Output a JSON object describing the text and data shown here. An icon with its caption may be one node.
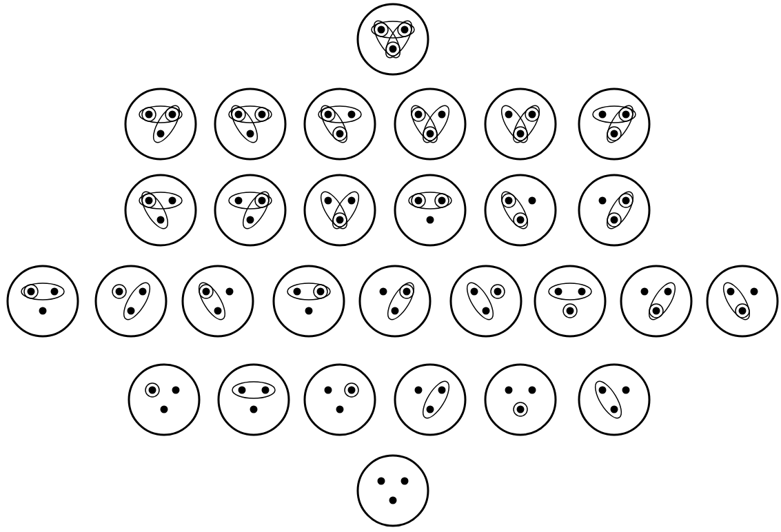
{
  "diagram": {
    "nodes": [
      {
        "text": [],
        "shape": "circle"
      },
      {
        "text": [],
        "shape": "circle"
      },
      {
        "text": [],
        "shape": "circle"
      },
      {
        "text": [],
        "shape": "circle"
      },
      {
        "text": [],
        "shape": "circle"
      },
      {
        "text": [],
        "shape": "circle"
      },
      {
        "text": [],
        "shape": "circle"
      },
      {
        "text": [],
        "shape": "circle"
      },
      {
        "text": [],
        "shape": "circle"
      },
      {
        "text": [],
        "shape": "circle"
      },
      {
        "text": [],
        "shape": "circle"
      },
      {
        "text": [],
        "shape": "circle"
      },
      {
        "text": [],
        "shape": "circle"
      },
      {
        "text": [],
        "shape": "circle"
      },
      {
        "text": [],
        "shape": "circle"
      },
      {
        "text": [],
        "shape": "circle"
      },
      {
        "text": [],
        "shape": "circle"
      },
      {
        "text": [],
        "shape": "circle"
      },
      {
        "text": [],
        "shape": "circle"
      },
      {
        "text": [],
        "shape": "circle"
      },
      {
        "text": [],
        "shape": "circle"
      },
      {
        "text": [],
        "shape": "circle"
      },
      {
        "text": [],
        "shape": "circle"
      },
      {
        "text": [],
        "shape": "circle"
      },
      {
        "text": [],
        "shape": "circle"
      },
      {
        "text": [],
        "shape": "circle"
      },
      {
        "text": [],
        "shape": "circle"
      },
      {
        "text": [],
        "shape": "circle"
      },
      {
        "text": [],
        "shape": "circle"
      }
    ]
  }
}
